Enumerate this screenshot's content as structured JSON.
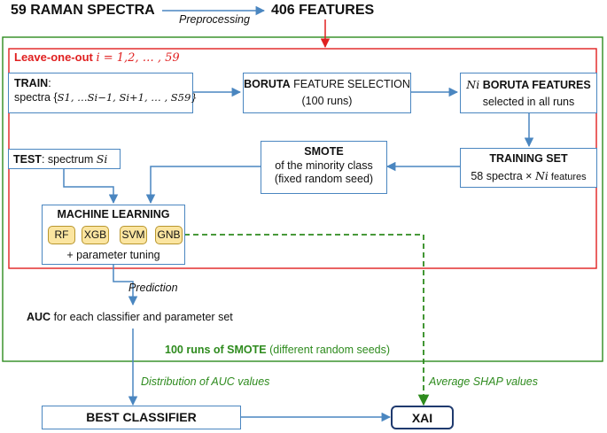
{
  "header": {
    "input_label": "59 RAMAN SPECTRA",
    "preprocessing_label": "Preprocessing",
    "features_label": "406 FEATURES"
  },
  "loo": {
    "label": "Leave-one-out",
    "index_expr": "i = 1,2, … , 59"
  },
  "train_box": {
    "title": "TRAIN",
    "colon": ":",
    "spectra_prefix": "spectra {",
    "spectra_set": "S1, …Si−1, Si+1, … , S59}"
  },
  "boruta_box": {
    "title": "BORUTA",
    "title_rest": " FEATURE SELECTION",
    "runs": "(100 runs)"
  },
  "ni_box": {
    "ni_symbol": "Ni",
    "title": " BORUTA FEATURES",
    "subtitle": "selected in all runs"
  },
  "smote_box": {
    "title": "SMOTE",
    "line2": "of the minority class",
    "line3": "(fixed random seed)"
  },
  "training_set_box": {
    "title": "TRAINING SET",
    "line_prefix": "58 spectra × ",
    "ni_symbol": "Ni",
    "line_suffix": " features"
  },
  "test_box": {
    "title": "TEST",
    "rest": ": spectrum ",
    "symbol": "Si"
  },
  "ml_box": {
    "title": "MACHINE LEARNING",
    "classifiers": [
      "RF",
      "XGB",
      "SVM",
      "GNB"
    ],
    "tuning": "+ parameter tuning"
  },
  "prediction_label": "Prediction",
  "auc": {
    "bold": "AUC",
    "rest": " for each classifier and parameter set"
  },
  "smote_runs": {
    "bold": "100 runs of SMOTE",
    "rest": " (different random seeds)"
  },
  "distribution_label": "Distribution of AUC values",
  "shap_label": "Average SHAP values",
  "best_classifier": "BEST CLASSIFIER",
  "xai": "XAI",
  "colors": {
    "loo_border": "#e02020",
    "outer_border": "#2e8b1e",
    "box_border": "#4a86c0",
    "arrow": "#4a86c0",
    "chip_fill": "#fbe5a0",
    "xai_border": "#1f3a6e"
  }
}
